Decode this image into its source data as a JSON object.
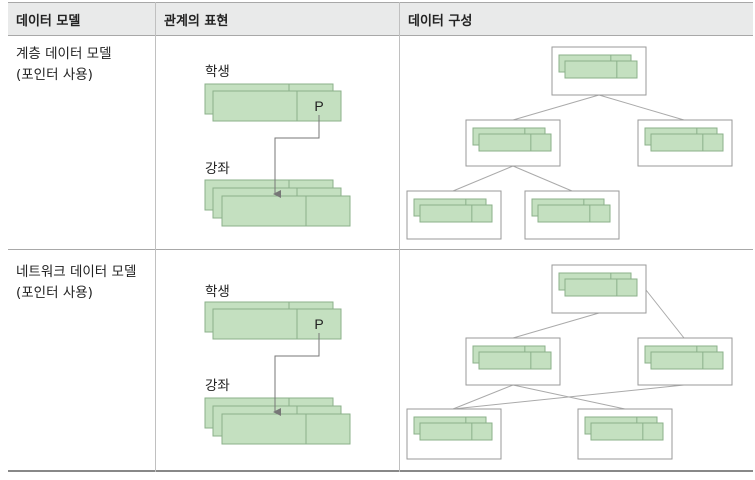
{
  "header": {
    "col1": "데이터 모델",
    "col2": "관계의 표현",
    "col3": "데이터 구성"
  },
  "rows": [
    {
      "model_line1": "계층 데이터 모델",
      "model_line2": "(포인터 사용)",
      "upper_label": "학생",
      "lower_label": "강좌",
      "pointer_label": "P"
    },
    {
      "model_line1": "네트워크 데이터 모델",
      "model_line2": "(포인터 사용)",
      "upper_label": "학생",
      "lower_label": "강좌",
      "pointer_label": "P"
    }
  ],
  "colors": {
    "record_fill": "#c4e0c0",
    "record_stroke": "#8bb08a",
    "connector": "#aaaaaa",
    "arrow": "#777777",
    "header_bg": "#e9eaea"
  }
}
